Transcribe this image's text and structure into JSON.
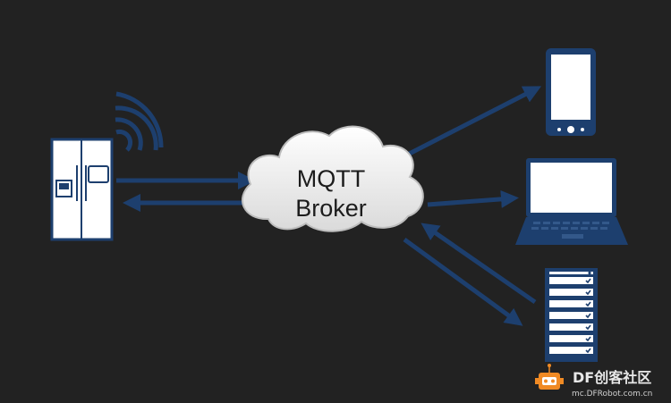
{
  "broker": {
    "line1": "MQTT",
    "line2": "Broker"
  },
  "watermark": {
    "brand": "DF创客社区",
    "url": "mc.DFRobot.com.cn"
  },
  "colors": {
    "background": "#222222",
    "arrow": "#1d3f6e",
    "device_outline": "#1d3f6e",
    "device_fill": "#ffffff",
    "cloud_fill": "#efefef",
    "cloud_stroke": "#bdbdbd",
    "logo_orange": "#f08a24"
  },
  "icons": [
    "refrigerator-icon",
    "wifi-signal-icon",
    "smartphone-icon",
    "laptop-icon",
    "server-rack-icon",
    "dfrobot-logo-icon"
  ]
}
